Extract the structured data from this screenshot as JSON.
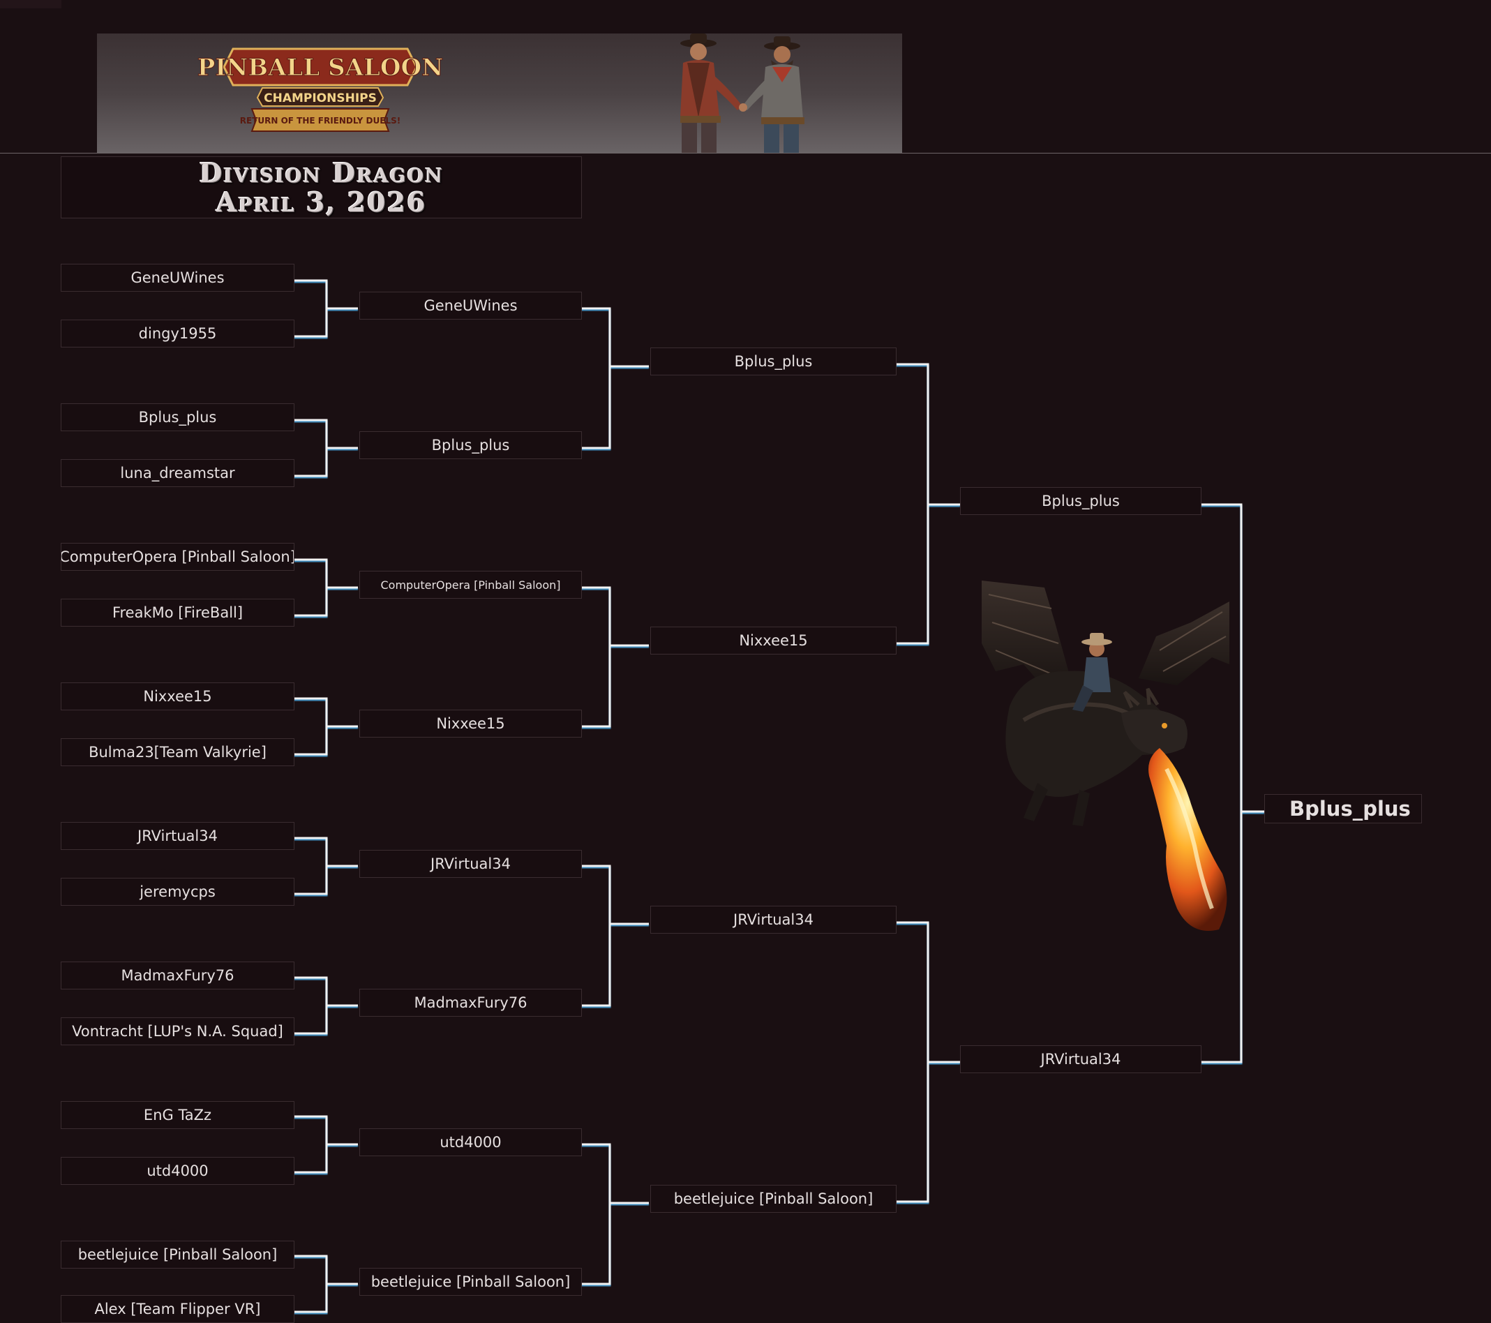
{
  "header": {
    "logo": {
      "line1": "PINBALL SALOON",
      "line2": "CHAMPIONSHIPS",
      "line3": "RETURN OF THE FRIENDLY DUELS!"
    }
  },
  "title": {
    "division": "Division Dragon",
    "date": "April 3, 2026"
  },
  "bracket": {
    "round1": [
      "GeneUWines",
      "dingy1955",
      "Bplus_plus",
      "luna_dreamstar",
      "ComputerOpera [Pinball Saloon]",
      "FreakMo [FireBall]",
      "Nixxee15",
      "Bulma23[Team Valkyrie]",
      "JRVirtual34",
      "jeremycps",
      "MadmaxFury76",
      "Vontracht [LUP's N.A. Squad]",
      "EnG TaZz",
      "utd4000",
      "beetlejuice [Pinball Saloon]",
      "Alex [Team Flipper VR]"
    ],
    "round2": [
      "GeneUWines",
      "Bplus_plus",
      "ComputerOpera [Pinball Saloon]",
      "Nixxee15",
      "JRVirtual34",
      "MadmaxFury76",
      "utd4000",
      "beetlejuice [Pinball Saloon]"
    ],
    "round3": [
      "Bplus_plus",
      "Nixxee15",
      "JRVirtual34",
      "beetlejuice [Pinball Saloon]"
    ],
    "round4": [
      "Bplus_plus",
      "JRVirtual34"
    ],
    "champion": "Bplus_plus"
  },
  "colors": {
    "background": "#1a0f12",
    "line": "#f2f2f2",
    "line_accent": "#4aa3d8",
    "logo_red": "#8b2a1c",
    "logo_gold": "#e0b15a"
  },
  "icons": {
    "cowboys": "cowboys-handshake-icon",
    "dragon": "dragon-rider-icon"
  }
}
